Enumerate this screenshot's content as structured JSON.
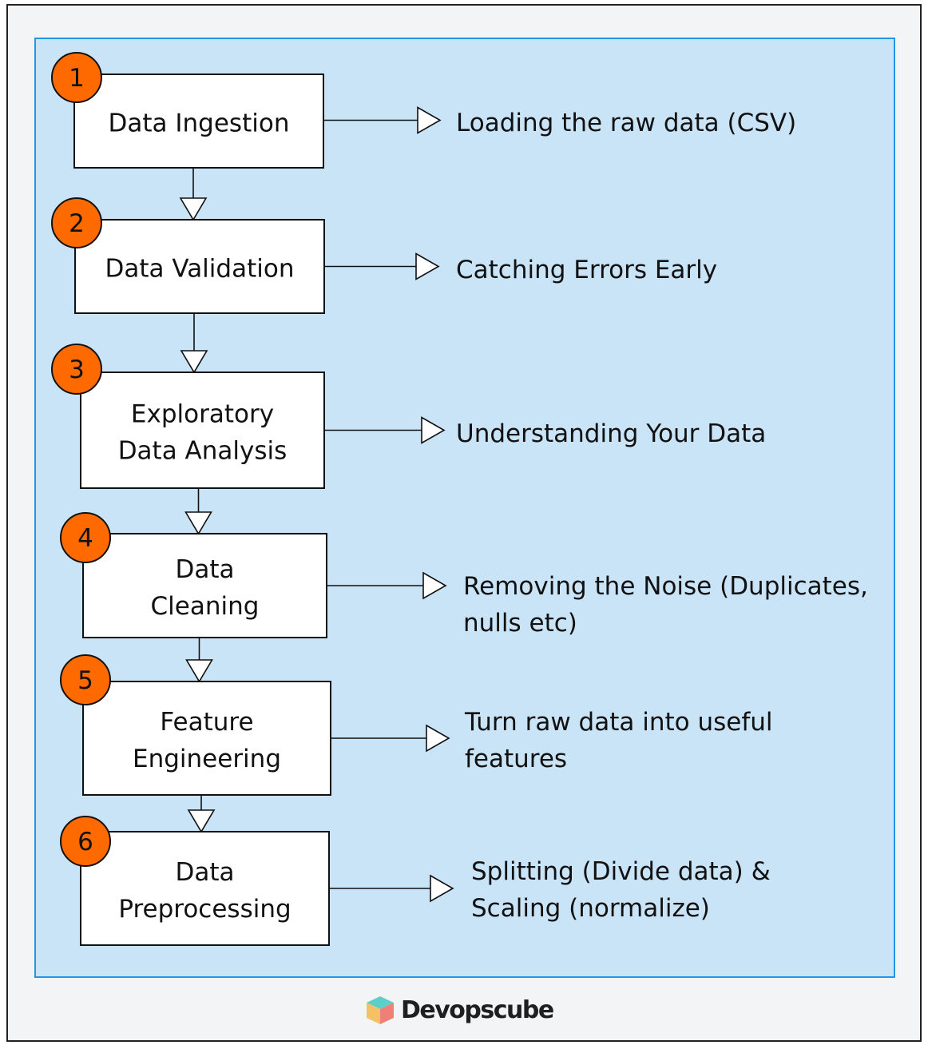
{
  "colors": {
    "frame_bg": "#f3f4f6",
    "panel_bg": "#c9e3f7",
    "panel_border": "#2196e6",
    "badge_fill": "#ff6a00",
    "box_fill": "#ffffff",
    "stroke": "#111111"
  },
  "steps": [
    {
      "number": "1",
      "title_lines": [
        "Data Ingestion"
      ],
      "description_lines": [
        "Loading the raw data (CSV)"
      ]
    },
    {
      "number": "2",
      "title_lines": [
        "Data Validation"
      ],
      "description_lines": [
        "Catching Errors Early"
      ]
    },
    {
      "number": "3",
      "title_lines": [
        "Exploratory",
        "Data Analysis"
      ],
      "description_lines": [
        "Understanding Your Data"
      ]
    },
    {
      "number": "4",
      "title_lines": [
        "Data",
        "Cleaning"
      ],
      "description_lines": [
        "Removing the Noise (Duplicates,",
        "nulls etc)"
      ]
    },
    {
      "number": "5",
      "title_lines": [
        "Feature",
        "Engineering"
      ],
      "description_lines": [
        "Turn raw data into useful",
        "features"
      ]
    },
    {
      "number": "6",
      "title_lines": [
        "Data",
        "Preprocessing"
      ],
      "description_lines": [
        "Splitting (Divide data) &",
        "Scaling (normalize)"
      ]
    }
  ],
  "footer": {
    "logo_icon": "cube-icon",
    "brand": "Devopscube"
  }
}
